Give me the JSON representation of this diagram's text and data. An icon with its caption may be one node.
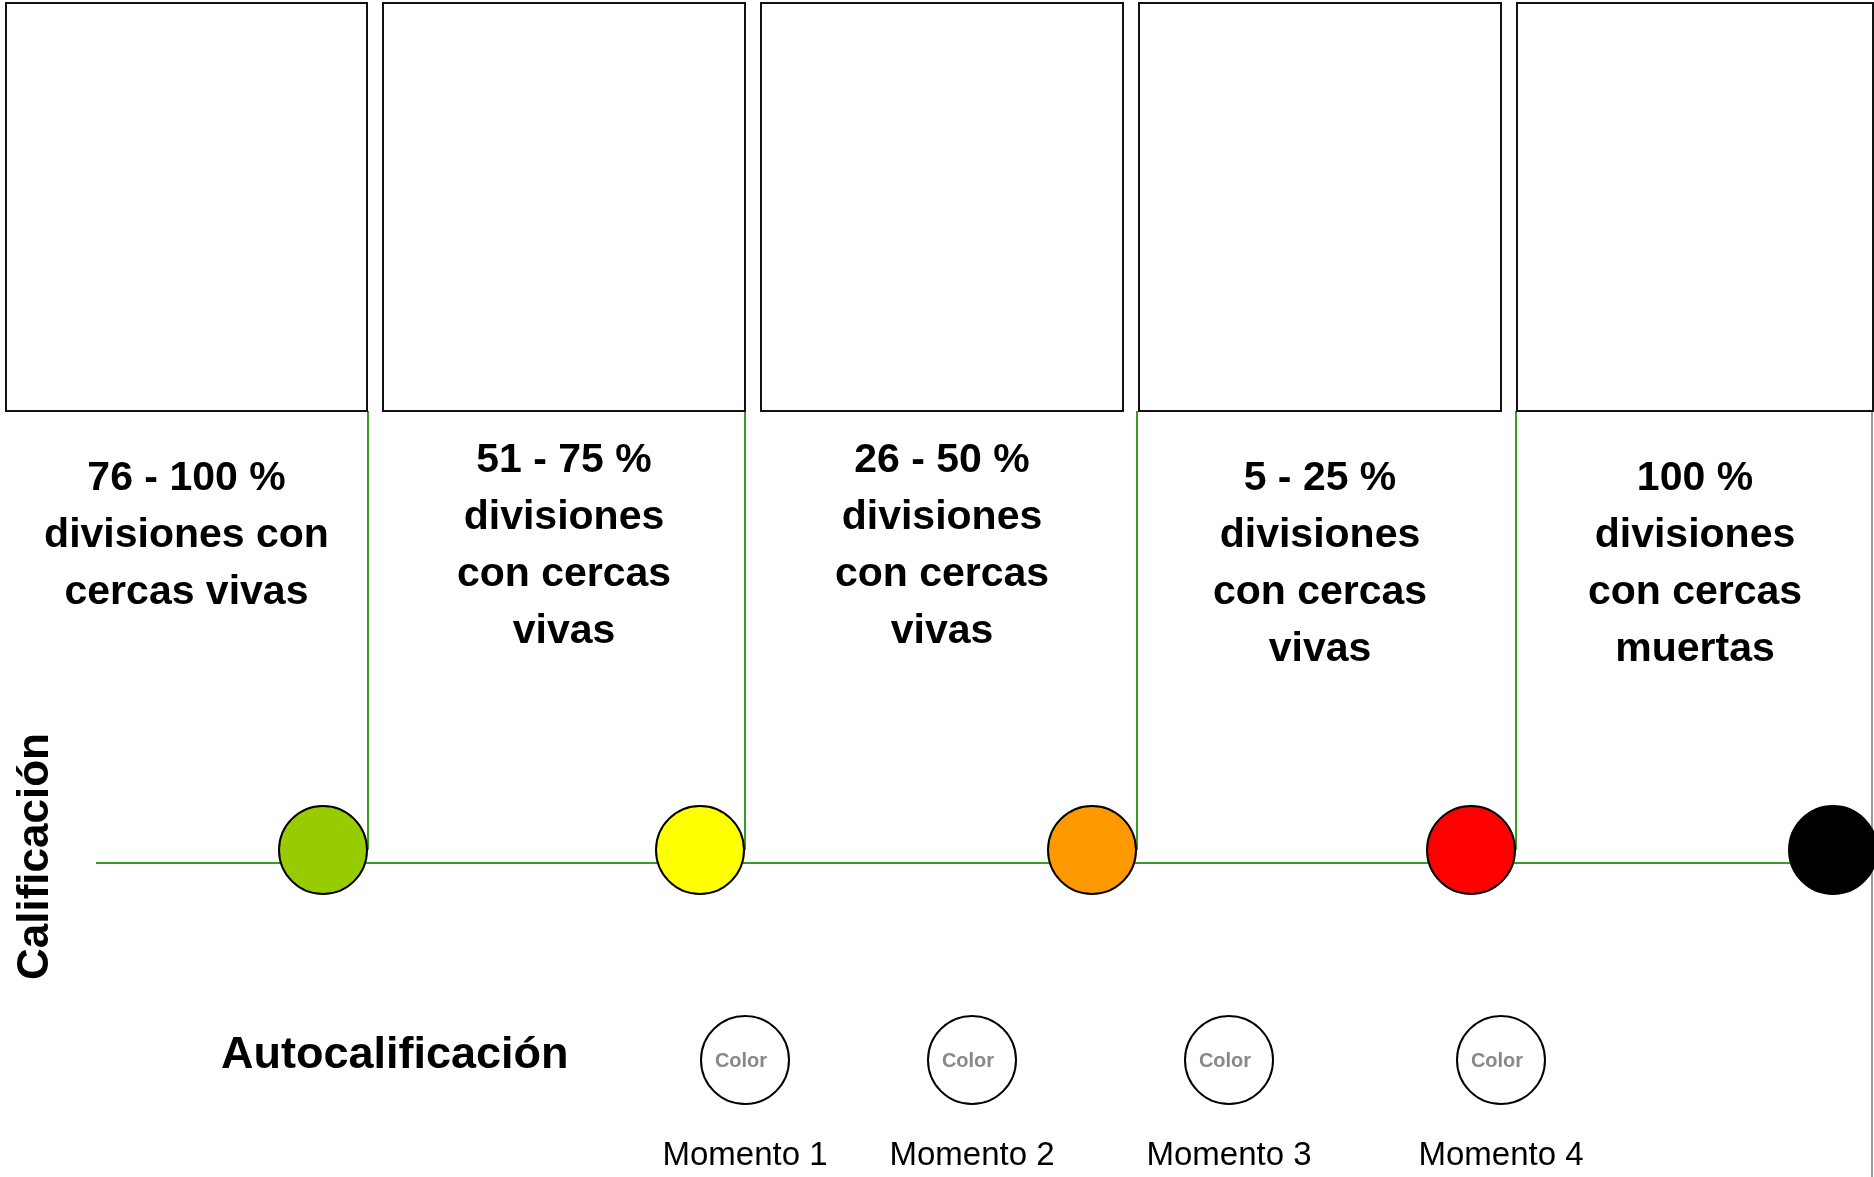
{
  "diagram": {
    "nodes": [
      {
        "text": [],
        "shape": "box",
        "beside": [
          "76 - 100 % divisiones con cercas vivas"
        ]
      },
      {
        "text": [],
        "shape": "box",
        "beside": [
          "51 - 75 % divisiones con cercas vivas"
        ]
      },
      {
        "text": [],
        "shape": "box",
        "beside": [
          "26 - 50 % divisiones con cercas vivas"
        ]
      },
      {
        "text": [],
        "shape": "box",
        "beside": [
          "5 - 25 % divisiones con cercas vivas"
        ]
      },
      {
        "text": [],
        "shape": "box",
        "beside": [
          "100 % divisiones con cercas muertas"
        ]
      },
      {
        "text": [],
        "shape": "circle"
      },
      {
        "text": [],
        "shape": "circle"
      },
      {
        "text": [],
        "shape": "circle"
      },
      {
        "text": [],
        "shape": "circle"
      },
      {
        "text": [],
        "shape": "circle"
      },
      {
        "text": [
          "Color"
        ],
        "beside": [
          "Momento 1"
        ]
      },
      {
        "text": [
          "Color"
        ],
        "beside": [
          "Momento 2"
        ]
      },
      {
        "text": [
          "Color"
        ],
        "beside": [
          "Momento 3"
        ]
      },
      {
        "text": [
          "Color"
        ],
        "beside": [
          "Momento 4"
        ]
      }
    ],
    "edges": [
      {
        "from": 0,
        "to": 5,
        "arrow": "none"
      },
      {
        "from": 1,
        "to": 6,
        "arrow": "none"
      },
      {
        "from": 3,
        "to": 7,
        "arrow": "none"
      },
      {
        "from": 4,
        "to": 8,
        "arrow": "none"
      }
    ],
    "labels": [
      "Calificación",
      "Autocalificación"
    ]
  }
}
